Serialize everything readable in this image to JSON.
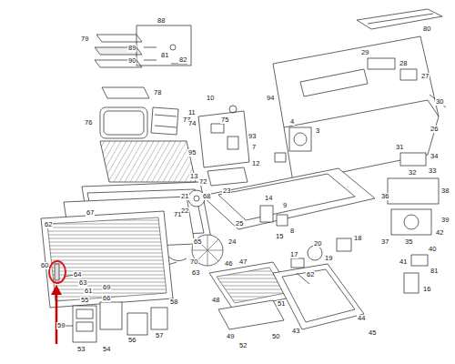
{
  "diagram": {
    "labels": [
      "79",
      "88",
      "89",
      "81",
      "90",
      "82",
      "78",
      "76",
      "77",
      "72",
      "71",
      "70",
      "68",
      "67",
      "62",
      "65",
      "64",
      "63",
      "61",
      "60",
      "69",
      "66",
      "55",
      "58",
      "56",
      "57",
      "59",
      "53",
      "54",
      "10",
      "11",
      "74",
      "75",
      "93",
      "7",
      "95",
      "12",
      "13",
      "23",
      "80",
      "94",
      "29",
      "28",
      "27",
      "30",
      "26",
      "4",
      "3",
      "21",
      "22",
      "25",
      "24",
      "63",
      "14",
      "9",
      "8",
      "15",
      "31",
      "34",
      "32",
      "33",
      "36",
      "38",
      "39",
      "35",
      "37",
      "40",
      "42",
      "41",
      "81",
      "16",
      "46",
      "47",
      "48",
      "51",
      "49",
      "50",
      "52",
      "17",
      "20",
      "19",
      "18",
      "62",
      "43",
      "44",
      "45"
    ]
  }
}
